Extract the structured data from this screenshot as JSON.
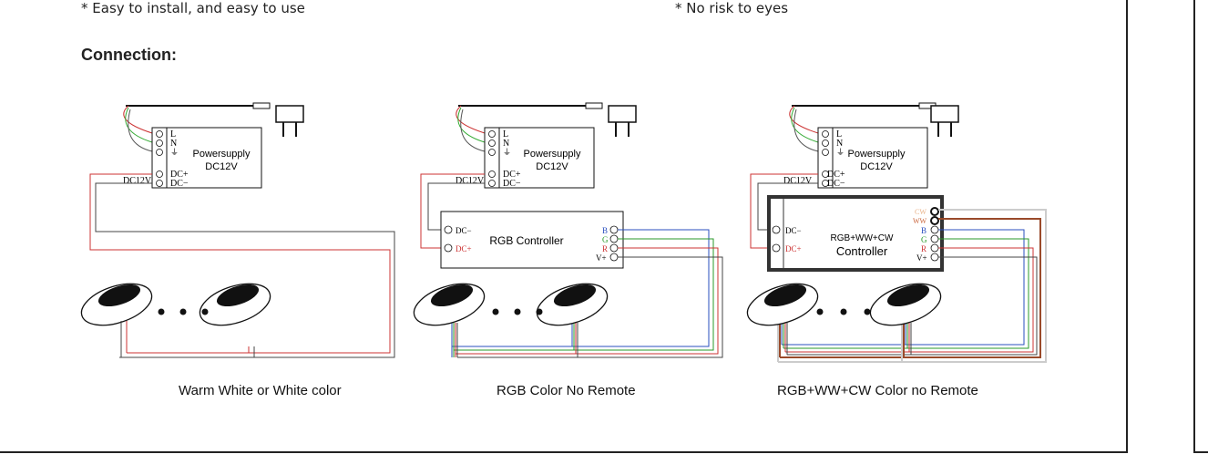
{
  "features": {
    "left": "* Easy to install, and easy to use",
    "right": "* No risk to eyes"
  },
  "section_heading": "Connection:",
  "diagrams": [
    {
      "caption": "Warm White or White color",
      "psu_label_1": "Powersupply",
      "psu_label_2": "DC12V",
      "terminals": [
        "L",
        "N",
        "⏚",
        "DC+",
        "DC−"
      ],
      "dc_label": "DC12V"
    },
    {
      "caption": "RGB Color No Remote",
      "psu_label_1": "Powersupply",
      "psu_label_2": "DC12V",
      "terminals": [
        "L",
        "N",
        "⏚",
        "DC+",
        "DC−"
      ],
      "dc_label": "DC12V",
      "controller": "RGB Controller",
      "ctrl_inputs": [
        "DC−",
        "DC+"
      ],
      "ctrl_outputs": [
        "B",
        "G",
        "R",
        "V+"
      ]
    },
    {
      "caption": "RGB+WW+CW Color no Remote",
      "psu_label_1": "Powersupply",
      "psu_label_2": "DC12V",
      "terminals": [
        "L",
        "N",
        "⏚",
        "DC+",
        "DC−"
      ],
      "dc_label": "DC12V",
      "controller_1": "RGB+WW+CW",
      "controller_2": "Controller",
      "ctrl_inputs": [
        "DC−",
        "DC+"
      ],
      "ctrl_outputs": [
        "CW",
        "WW",
        "B",
        "G",
        "R",
        "V+"
      ]
    }
  ]
}
